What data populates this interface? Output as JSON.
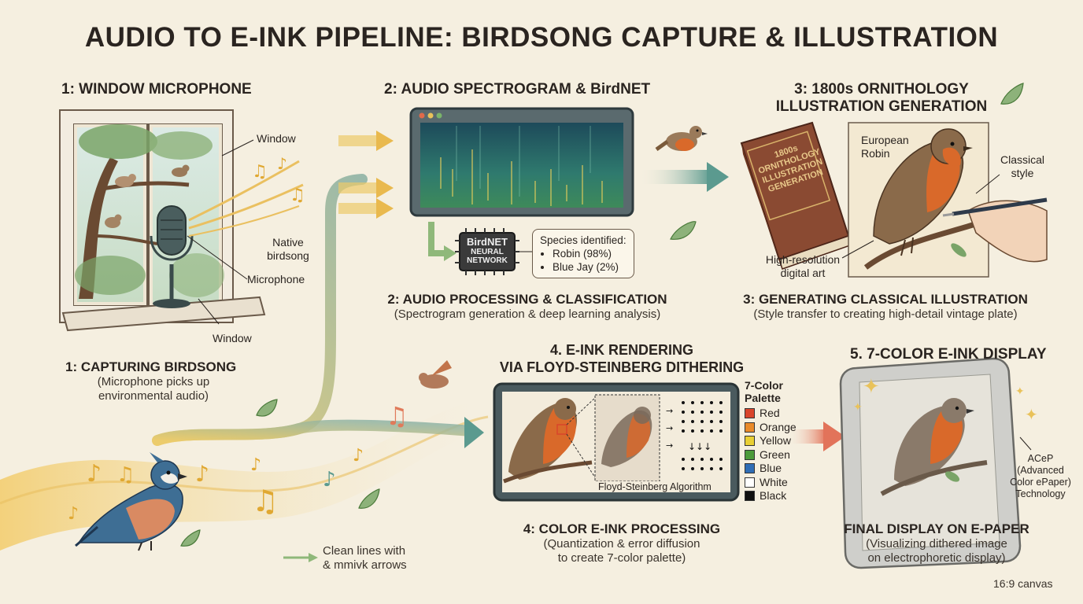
{
  "title": "AUDIO TO E-INK PIPELINE: BIRDSONG CAPTURE & ILLUSTRATION",
  "stage1": {
    "header": "1: WINDOW MICROPHONE",
    "label_window_top": "Window",
    "label_birdsong": "Native\nbirdsong",
    "label_microphone": "Microphone",
    "label_window_bottom": "Window",
    "caption_title": "1: CAPTURING BIRDSONG",
    "caption_sub": "(Microphone picks up\nenvironmental audio)"
  },
  "stage2": {
    "header": "2: AUDIO SPECTROGRAM & BirdNET",
    "chip_title": "BirdNET",
    "chip_sub": "NEURAL\nNETWORK",
    "species_title": "Species identified:",
    "species": [
      "Robin (98%)",
      "Blue Jay (2%)"
    ],
    "caption_title": "2: AUDIO PROCESSING & CLASSIFICATION",
    "caption_sub": "(Spectrogram generation & deep learning analysis)"
  },
  "stage3": {
    "header": "3: 1800s ORNITHOLOGY\nILLUSTRATION GENERATION",
    "book_text": "1800s\nORNITHOLOGY\nILLUSTRATION\nGENERATION",
    "label_species": "European\nRobin",
    "label_style": "Classical\nstyle",
    "label_resolution": "High-resolution\ndigital art",
    "caption_title": "3: GENERATING CLASSICAL ILLUSTRATION",
    "caption_sub": "(Style transfer to creating high-detail vintage plate)"
  },
  "stage4": {
    "header": "4. E-INK RENDERING\nVIA FLOYD-STEINBERG DITHERING",
    "algorithm_label": "Floyd-Steinberg Algorithm",
    "palette_title": "7-Color\nPalette",
    "palette": [
      {
        "name": "Red",
        "color": "#d9452b"
      },
      {
        "name": "Orange",
        "color": "#e98a2a"
      },
      {
        "name": "Yellow",
        "color": "#e9cf34"
      },
      {
        "name": "Green",
        "color": "#4c9a3a"
      },
      {
        "name": "Blue",
        "color": "#2f6db5"
      },
      {
        "name": "White",
        "color": "#ffffff"
      },
      {
        "name": "Black",
        "color": "#111111"
      }
    ],
    "caption_title": "4: COLOR E-INK PROCESSING",
    "caption_sub": "(Quantization & error diffusion\nto create 7-color palette)"
  },
  "stage5": {
    "header": "5. 7-COLOR E-INK DISPLAY",
    "label_tech": "ACeP\n(Advanced\nColor ePaper)\nTechnology",
    "caption_title": "FINAL DISPLAY ON E-PAPER",
    "caption_sub": "(Visualizing dithered image\non electrophoretic display)"
  },
  "legend_text": "Clean lines with\n& mmivk arrows",
  "canvas_note": "16:9 canvas",
  "colors": {
    "background": "#f5efe0",
    "text": "#2a2420",
    "arrow_teal": "#5b9a8f",
    "arrow_yellow": "#e9c25a",
    "robin_orange": "#d9692a"
  }
}
